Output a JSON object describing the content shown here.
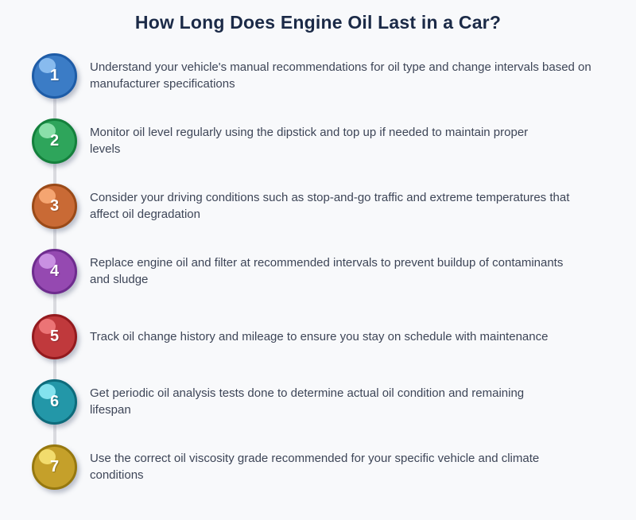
{
  "title": "How Long Does Engine Oil Last in a Car?",
  "colors": {
    "background": "#f8f9fb",
    "title": "#1b2a47",
    "body_text": "#3d4557",
    "connector": "#d9dadf",
    "number_text": "#ffffff"
  },
  "steps": [
    {
      "number": "1",
      "text": "Understand your vehicle's manual recommendations for oil type and change intervals based on\nmanufacturer specifications",
      "fill": "#3b7cc6",
      "border": "#1e5ca7",
      "highlight": "#88bbee"
    },
    {
      "number": "2",
      "text": "Monitor oil level regularly using the dipstick and top up if needed to maintain proper\nlevels",
      "fill": "#2ea55b",
      "border": "#14803c",
      "highlight": "#8adfa9"
    },
    {
      "number": "3",
      "text": "Consider your driving conditions such as stop-and-go traffic and extreme temperatures that\naffect oil degradation",
      "fill": "#c96a35",
      "border": "#9a4a18",
      "highlight": "#f5a571"
    },
    {
      "number": "4",
      "text": "Replace engine oil and filter at recommended intervals to prevent buildup of contaminants\nand sludge",
      "fill": "#9549b1",
      "border": "#6e2c8e",
      "highlight": "#c990e2"
    },
    {
      "number": "5",
      "text": "Track oil change history and mileage to ensure you stay on schedule with maintenance",
      "fill": "#c0393c",
      "border": "#931a1e",
      "highlight": "#ec7476"
    },
    {
      "number": "6",
      "text": "Get periodic oil analysis tests done to determine actual oil condition and remaining\nlifespan",
      "fill": "#2397a8",
      "border": "#0d6b7b",
      "highlight": "#83e2ee"
    },
    {
      "number": "7",
      "text": "Use the correct oil viscosity grade recommended for your specific vehicle and climate\nconditions",
      "fill": "#c5a02a",
      "border": "#96780f",
      "highlight": "#f2dc6d"
    }
  ]
}
